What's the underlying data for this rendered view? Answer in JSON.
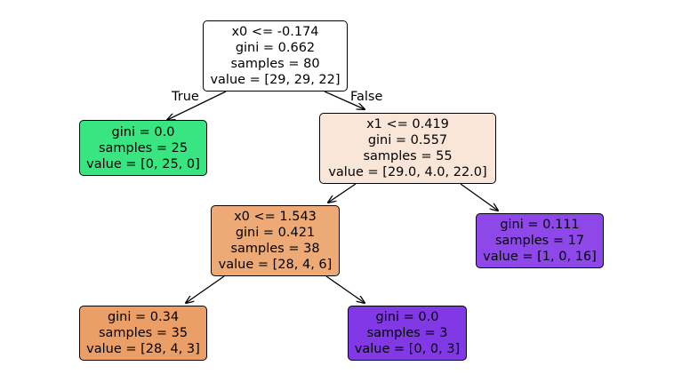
{
  "tree": {
    "nodes": [
      {
        "id": "root",
        "fill": "#ffffff",
        "lines": [
          "x0 <= -0.174",
          "gini = 0.662",
          "samples = 80",
          "value = [29, 29, 22]"
        ]
      },
      {
        "id": "leaf-left",
        "fill": "#39e581",
        "lines": [
          "gini = 0.0",
          "samples = 25",
          "value = [0, 25, 0]"
        ]
      },
      {
        "id": "split-x1",
        "fill": "#fae6d9",
        "lines": [
          "x1 <= 0.419",
          "gini = 0.557",
          "samples = 55",
          "value = [29.0, 4.0, 22.0]"
        ]
      },
      {
        "id": "split-x0-second",
        "fill": "#eeaa76",
        "lines": [
          "x0 <= 1.543",
          "gini = 0.421",
          "samples = 38",
          "value = [28, 4, 6]"
        ]
      },
      {
        "id": "leaf-purple-right",
        "fill": "#8e47e9",
        "lines": [
          "gini = 0.111",
          "samples = 17",
          "value = [1, 0, 16]"
        ]
      },
      {
        "id": "leaf-orange",
        "fill": "#eb9f66",
        "lines": [
          "gini = 0.34",
          "samples = 35",
          "value = [28, 4, 3]"
        ]
      },
      {
        "id": "leaf-purple-pure",
        "fill": "#8139e5",
        "lines": [
          "gini = 0.0",
          "samples = 3",
          "value = [0, 0, 3]"
        ]
      }
    ],
    "edges": [
      {
        "from": "root",
        "to": "leaf-left",
        "label": "True"
      },
      {
        "from": "root",
        "to": "split-x1",
        "label": "False"
      },
      {
        "from": "split-x1",
        "to": "split-x0-second",
        "label": ""
      },
      {
        "from": "split-x1",
        "to": "leaf-purple-right",
        "label": ""
      },
      {
        "from": "split-x0-second",
        "to": "leaf-orange",
        "label": ""
      },
      {
        "from": "split-x0-second",
        "to": "leaf-purple-pure",
        "label": ""
      }
    ]
  }
}
